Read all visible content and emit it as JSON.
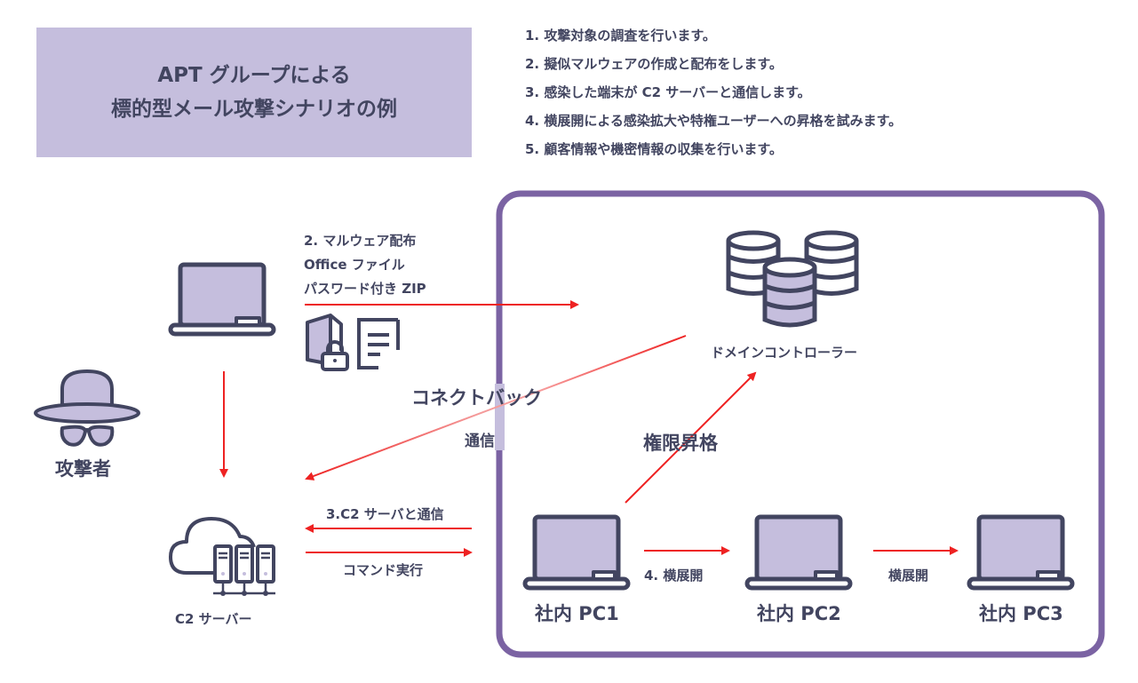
{
  "title": {
    "line1": "APT グループによる",
    "line2": "標的型メール攻撃シナリオの例"
  },
  "steps": [
    "1. 攻撃対象の調査を行います。",
    "2. 擬似マルウェアの作成と配布をします。",
    "3. 感染した端末が C2 サーバーと通信します。",
    "4. 横展開による感染拡大や特権ユーザーへの昇格を試みます。",
    "5. 顧客情報や機密情報の収集を行います。"
  ],
  "nodes": {
    "attacker": "攻撃者",
    "c2_server": "C2 サーバー",
    "domain_controller": "ドメインコントローラー",
    "pc1": "社内 PC1",
    "pc2": "社内 PC2",
    "pc3": "社内 PC3"
  },
  "edges": {
    "malware_line1": "2. マルウェア配布",
    "malware_line2": "Office ファイル",
    "malware_line3": "パスワード付き ZIP",
    "connect_back_line1": "コネクトバック",
    "connect_back_line2": "通信",
    "privilege_escalation": "権限昇格",
    "c2_comm": "3.C2 サーバと通信",
    "command_exec": "コマンド実行",
    "lateral1": "4. 横展開",
    "lateral2": "横展開"
  },
  "colors": {
    "panel": "#c5bedd",
    "ink": "#424560",
    "network_border": "#7b63a3",
    "arrow": "#ee2222"
  }
}
